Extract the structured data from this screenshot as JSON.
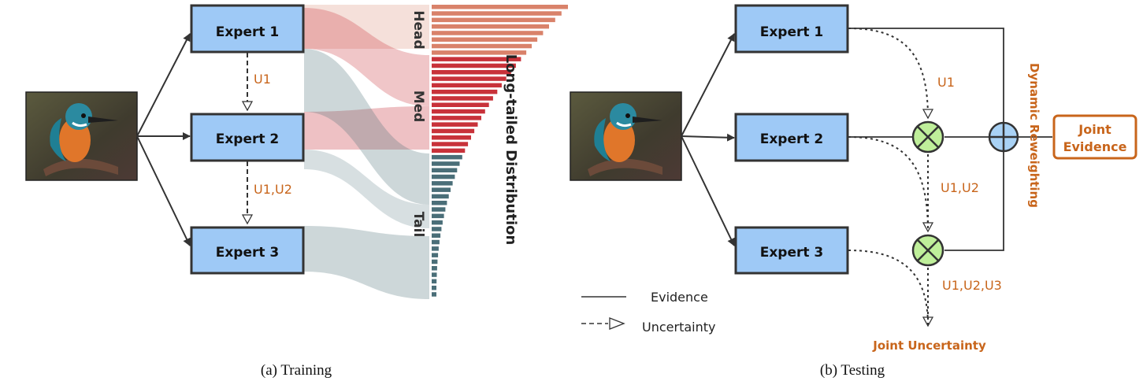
{
  "training": {
    "experts": [
      "Expert 1",
      "Expert 2",
      "Expert 3"
    ],
    "uncertainty_labels": [
      "U1",
      "U1,U2"
    ],
    "distribution_label": "Long-tailed Distribution",
    "group_labels": [
      "Head",
      "Med",
      "Tail"
    ],
    "bar_counts": {
      "head": 8,
      "med": 15,
      "tail": 22
    },
    "caption": "(a) Training"
  },
  "testing": {
    "experts": [
      "Expert 1",
      "Expert 2",
      "Expert 3"
    ],
    "uncertainty_labels": [
      "U1",
      "U1,U2",
      "U1,U2,U3"
    ],
    "reweight_label": "Dynamic Reweighting",
    "joint_evidence": [
      "Joint",
      "Evidence"
    ],
    "joint_uncertainty": "Joint Uncertainty",
    "caption": "(b) Testing"
  },
  "legend": {
    "evidence": "Evidence",
    "uncertainty": "Uncertainty"
  },
  "colors": {
    "expert_fill": "#9ec9f6",
    "head": "#d9826a",
    "med": "#c8323a",
    "tail": "#4a6e78",
    "accent": "#c8651b",
    "otimes_fill": "#bfef9a",
    "oplus_fill": "#a9d2f5"
  }
}
